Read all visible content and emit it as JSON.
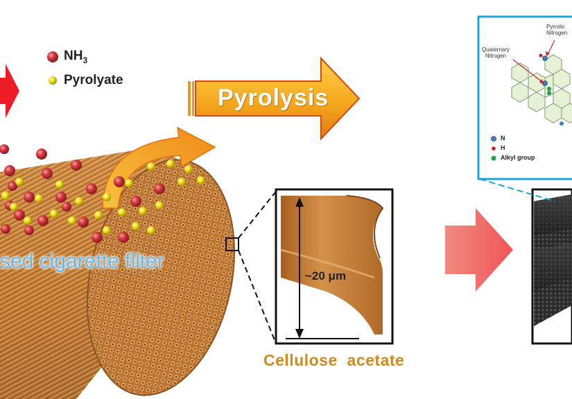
{
  "legend": {
    "nh3_label": "NH",
    "nh3_sub": "3",
    "pyrolyate_label": "Pyrolyate"
  },
  "process": {
    "pyrolysis_label": "Pyrolysis"
  },
  "filter": {
    "label": "sed cigarette filter"
  },
  "fiber": {
    "size_label": "~20 μm",
    "material_label": "Cellulose  acetate"
  },
  "inset": {
    "pyrrolic_label": "Pyrrolic",
    "nitrogen_label_1": "Nitrogen",
    "quaternary_label": "Quaternary",
    "nitrogen_label_2": "Nitrogen",
    "legend_n": "N",
    "legend_h": "H",
    "legend_alkyl": "Alkyl group"
  },
  "colors": {
    "nh3": "#c8303a",
    "pyrolyate": "#f2e21a",
    "filter_fiber": "#c8823a",
    "arrow_orange": "#f5a81e",
    "arrow_pink": "#f06060",
    "inset_border": "#1aa6d8",
    "node_n": "#3a7ed0",
    "node_h": "#c02020",
    "node_alkyl": "#20a050"
  }
}
